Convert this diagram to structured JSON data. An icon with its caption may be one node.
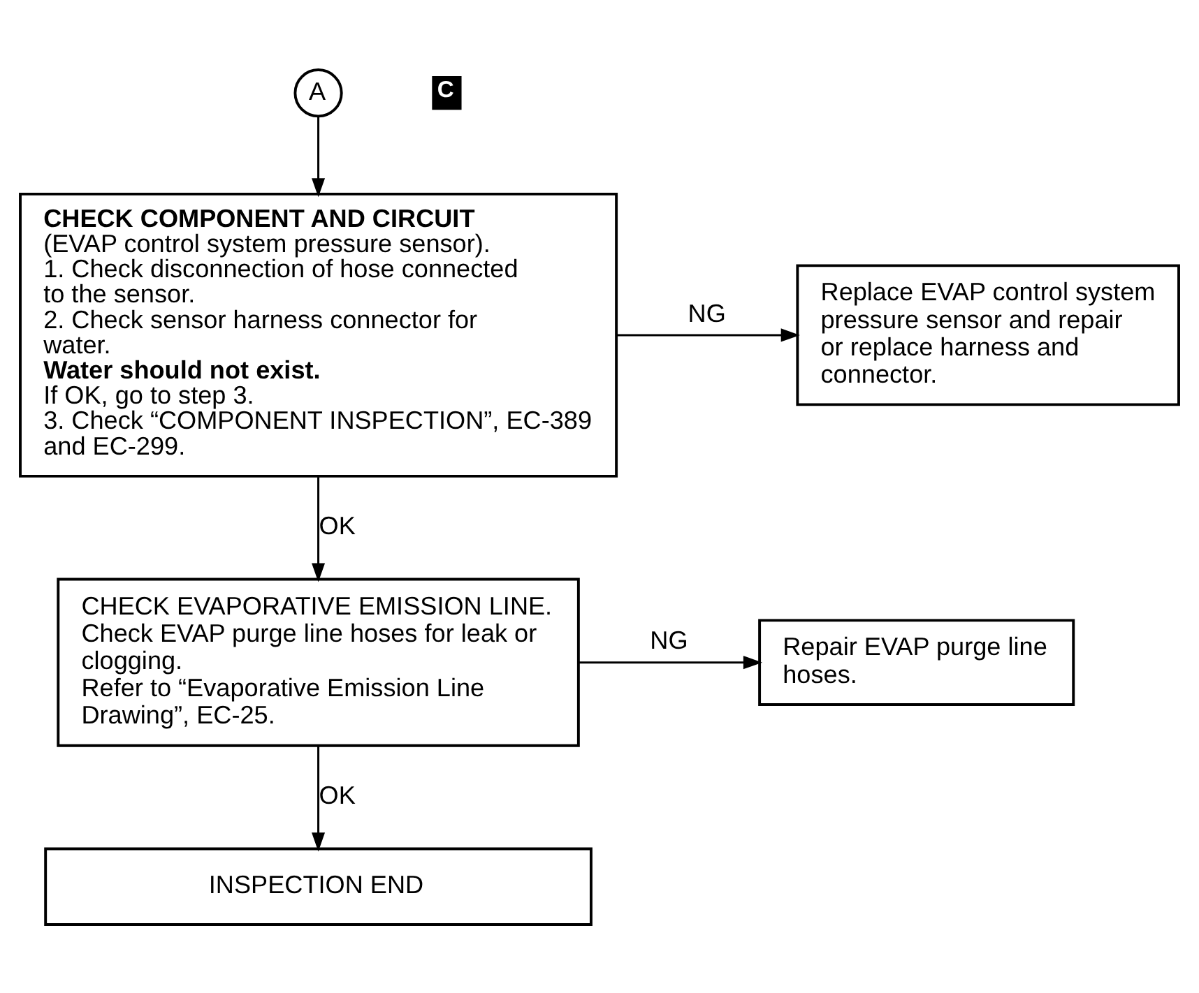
{
  "diagram": {
    "nodes": [
      {
        "text": [
          "A"
        ]
      },
      {
        "text": [
          "CHECK COMPONENT AND CIRCUIT",
          "(EVAP control system pressure sensor).",
          "1. Check disconnection of hose connected to the sensor.",
          "2. Check sensor harness connector for water.",
          "Water should not exist.",
          "If OK, go to step 3.",
          "3. Check “COMPONENT INSPECTION”, EC-389 and EC-299."
        ]
      },
      {
        "text": [
          "Replace EVAP control system pressure sensor and repair or replace harness and connector."
        ]
      },
      {
        "text": [
          "CHECK EVAPORATIVE EMISSION LINE.",
          "Check EVAP purge line hoses for leak or clogging.",
          "Refer to “Evaporative Emission Line Drawing”, EC-25."
        ]
      },
      {
        "text": [
          "Repair EVAP purge line hoses."
        ]
      },
      {
        "text": [
          "INSPECTION END"
        ]
      }
    ],
    "edges": [
      {
        "from": 0,
        "to": 1,
        "arrow": "to"
      },
      {
        "from": 1,
        "to": 2,
        "arrow": "to",
        "label": "NG"
      },
      {
        "from": 1,
        "to": 3,
        "arrow": "to",
        "label": "OK"
      },
      {
        "from": 3,
        "to": 4,
        "arrow": "to",
        "label": "NG"
      },
      {
        "from": 3,
        "to": 5,
        "arrow": "to",
        "label": "OK"
      }
    ],
    "labels": [
      "C"
    ]
  }
}
